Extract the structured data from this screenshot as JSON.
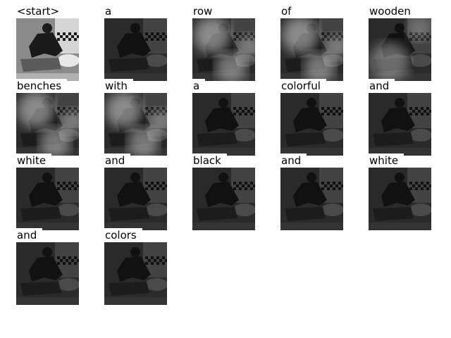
{
  "panels": [
    {
      "word": "<start>",
      "attention": "none"
    },
    {
      "word": "a",
      "attention": "low"
    },
    {
      "word": "row",
      "attention": "high"
    },
    {
      "word": "of",
      "attention": "high"
    },
    {
      "word": "wooden",
      "attention": "medium"
    },
    {
      "word": "benches",
      "attention": "high"
    },
    {
      "word": "with",
      "attention": "high"
    },
    {
      "word": "a",
      "attention": "low"
    },
    {
      "word": "colorful",
      "attention": "low"
    },
    {
      "word": "and",
      "attention": "low"
    },
    {
      "word": "white",
      "attention": "low"
    },
    {
      "word": "and",
      "attention": "low"
    },
    {
      "word": "black",
      "attention": "low"
    },
    {
      "word": "and",
      "attention": "low"
    },
    {
      "word": "white",
      "attention": "low"
    },
    {
      "word": "and",
      "attention": "low"
    },
    {
      "word": "colors",
      "attention": "low"
    }
  ]
}
